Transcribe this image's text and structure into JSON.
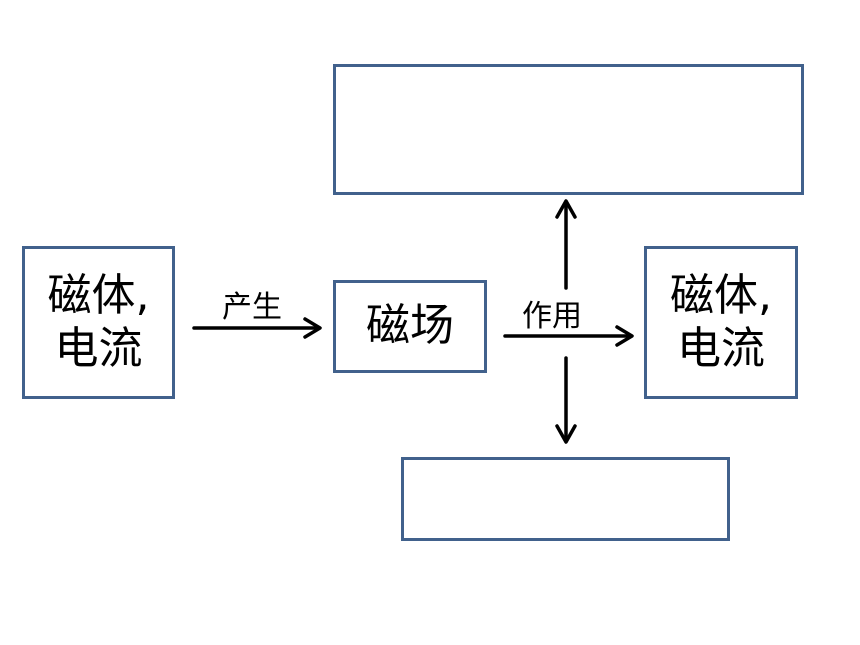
{
  "left_box": {
    "line1": "磁体,",
    "line2": "电流"
  },
  "center_box": {
    "text": "磁场"
  },
  "right_box": {
    "line1": "磁体,",
    "line2": "电流"
  },
  "top_box": {
    "text": ""
  },
  "bottom_box": {
    "text": ""
  },
  "labels": {
    "produce": "产生",
    "act": "作用"
  },
  "colors": {
    "box_border": "#41618c",
    "arrow": "#000000"
  }
}
